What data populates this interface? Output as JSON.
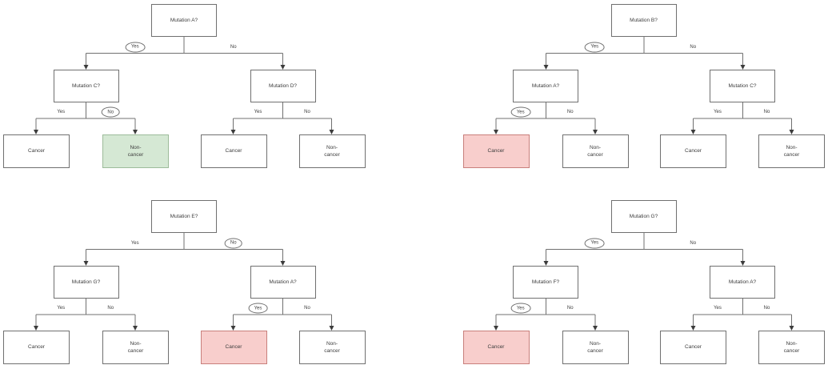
{
  "diagram": {
    "background_color": "#ffffff",
    "line_color": "#707070",
    "highlight_colors": {
      "green_fill": "#d5e8d4",
      "green_border": "#9dbb9a",
      "red_fill": "#f8cecc",
      "red_border": "#c87f7b"
    },
    "trees": [
      {
        "root": {
          "label": "Mutation A?",
          "yes": {
            "label": "Yes",
            "circled": true
          },
          "no": {
            "label": "No",
            "circled": false
          }
        },
        "children": [
          {
            "label": "Mutation C?",
            "yes": {
              "label": "Yes",
              "circled": false
            },
            "no": {
              "label": "No",
              "circled": true
            },
            "leaves": [
              {
                "label": "Cancer",
                "highlight": "none"
              },
              {
                "label": "Non-\ncancer",
                "highlight": "green"
              }
            ]
          },
          {
            "label": "Mutation D?",
            "yes": {
              "label": "Yes",
              "circled": false
            },
            "no": {
              "label": "No",
              "circled": false
            },
            "leaves": [
              {
                "label": "Cancer",
                "highlight": "none"
              },
              {
                "label": "Non-\ncancer",
                "highlight": "none"
              }
            ]
          }
        ]
      },
      {
        "root": {
          "label": "Mutation B?",
          "yes": {
            "label": "Yes",
            "circled": true
          },
          "no": {
            "label": "No",
            "circled": false
          }
        },
        "children": [
          {
            "label": "Mutation A?",
            "yes": {
              "label": "Yes",
              "circled": true
            },
            "no": {
              "label": "No",
              "circled": false
            },
            "leaves": [
              {
                "label": "Cancer",
                "highlight": "red"
              },
              {
                "label": "Non-\ncancer",
                "highlight": "none"
              }
            ]
          },
          {
            "label": "Mutation C?",
            "yes": {
              "label": "Yes",
              "circled": false
            },
            "no": {
              "label": "No",
              "circled": false
            },
            "leaves": [
              {
                "label": "Cancer",
                "highlight": "none"
              },
              {
                "label": "Non-\ncancer",
                "highlight": "none"
              }
            ]
          }
        ]
      },
      {
        "root": {
          "label": "Mutation E?",
          "yes": {
            "label": "Yes",
            "circled": false
          },
          "no": {
            "label": "No",
            "circled": true
          }
        },
        "children": [
          {
            "label": "Mutation G?",
            "yes": {
              "label": "Yes",
              "circled": false
            },
            "no": {
              "label": "No",
              "circled": false
            },
            "leaves": [
              {
                "label": "Cancer",
                "highlight": "none"
              },
              {
                "label": "Non-\ncancer",
                "highlight": "none"
              }
            ]
          },
          {
            "label": "Mutation A?",
            "yes": {
              "label": "Yes",
              "circled": true
            },
            "no": {
              "label": "No",
              "circled": false
            },
            "leaves": [
              {
                "label": "Cancer",
                "highlight": "red"
              },
              {
                "label": "Non-\ncancer",
                "highlight": "none"
              }
            ]
          }
        ]
      },
      {
        "root": {
          "label": "Mutation G?",
          "yes": {
            "label": "Yes",
            "circled": true
          },
          "no": {
            "label": "No",
            "circled": false
          }
        },
        "children": [
          {
            "label": "Mutation F?",
            "yes": {
              "label": "Yes",
              "circled": true
            },
            "no": {
              "label": "No",
              "circled": false
            },
            "leaves": [
              {
                "label": "Cancer",
                "highlight": "red"
              },
              {
                "label": "Non-\ncancer",
                "highlight": "none"
              }
            ]
          },
          {
            "label": "Mutation A?",
            "yes": {
              "label": "Yes",
              "circled": false
            },
            "no": {
              "label": "No",
              "circled": false
            },
            "leaves": [
              {
                "label": "Cancer",
                "highlight": "none"
              },
              {
                "label": "Non-\ncancer",
                "highlight": "none"
              }
            ]
          }
        ]
      }
    ]
  }
}
